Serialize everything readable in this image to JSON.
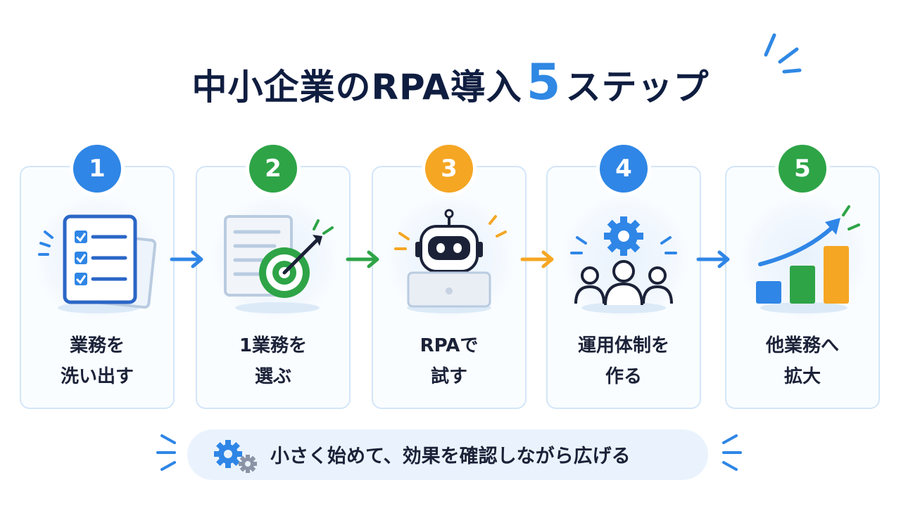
{
  "title": {
    "main": "中小企業のRPA導入",
    "number": "5",
    "suffix": "ステップ"
  },
  "steps": [
    {
      "number": "1",
      "label_line1": "業務を",
      "label_line2": "洗い出す",
      "color": "#2f86e6",
      "icon": "checklist-icon"
    },
    {
      "number": "2",
      "label_line1": "1業務を",
      "label_line2": "選ぶ",
      "color": "#2ea447",
      "icon": "target-icon"
    },
    {
      "number": "3",
      "label_line1": "RPAで",
      "label_line2": "試す",
      "color": "#f5a623",
      "icon": "robot-laptop-icon"
    },
    {
      "number": "4",
      "label_line1": "運用体制を",
      "label_line2": "作る",
      "color": "#2f86e6",
      "icon": "team-gear-icon"
    },
    {
      "number": "5",
      "label_line1": "他業務へ",
      "label_line2": "拡大",
      "color": "#2ea447",
      "icon": "growth-chart-icon"
    }
  ],
  "arrows": {
    "colors": [
      "#2f86e6",
      "#2ea447",
      "#f5a623",
      "#2f86e6"
    ]
  },
  "footer": {
    "text": "小さく始めて、効果を確認しながら広げる",
    "icon": "gears-icon"
  },
  "colors": {
    "navy": "#0f1d40",
    "blue": "#2f86e6",
    "green": "#2ea447",
    "orange": "#f5a623",
    "card_border": "#d3e6f8"
  }
}
